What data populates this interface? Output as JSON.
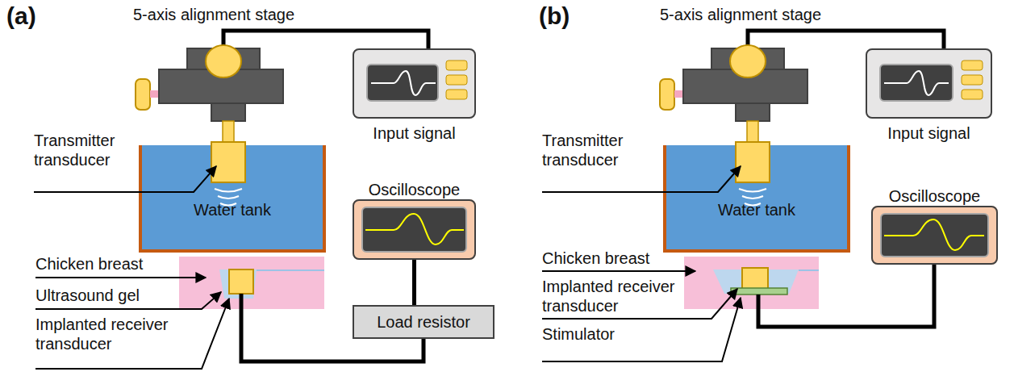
{
  "diagram": {
    "nodes": [
      {
        "text": [
          "Input signal"
        ]
      },
      {
        "text": [
          "Water tank"
        ]
      },
      {
        "text": [
          "Oscilloscope"
        ]
      },
      {
        "text": [
          "Load resistor"
        ]
      },
      {
        "text": [
          "Input signal"
        ]
      },
      {
        "text": [
          "Water tank"
        ]
      },
      {
        "text": [
          "Oscilloscope"
        ]
      }
    ],
    "edges": [
      {
        "from": 2,
        "to": 3,
        "arrow": "none"
      }
    ],
    "labels": [
      "(a)",
      "5-axis alignment stage",
      "Transmitter transducer",
      "Chicken breast",
      "Ultrasound gel",
      "Implanted receiver transducer",
      "(b)",
      "5-axis alignment stage",
      "Transmitter transducer",
      "Chicken breast",
      "Implanted receiver transducer",
      "Stimulator"
    ]
  }
}
